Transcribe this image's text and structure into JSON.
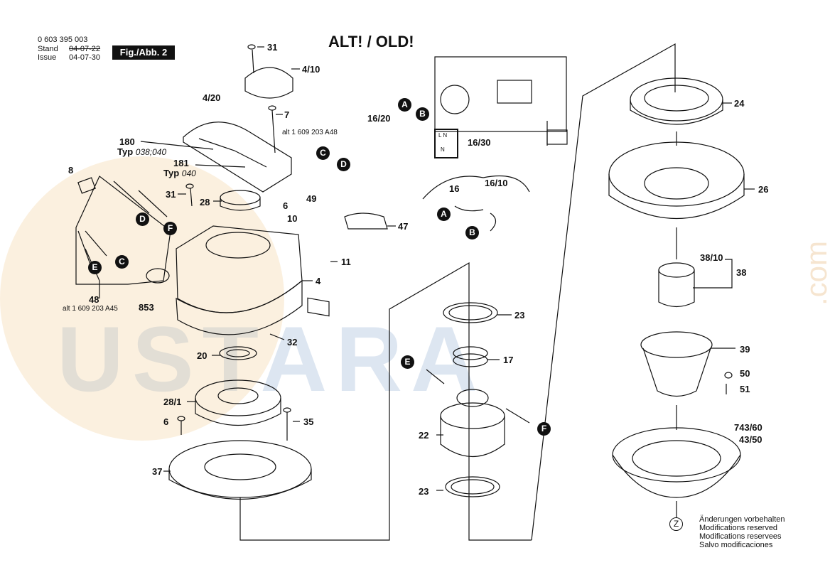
{
  "header": {
    "part_number": "0 603 395 003",
    "stand_label": "Stand",
    "stand_date_struck": "04-07-22",
    "issue_label": "Issue",
    "issue_date": "04-07-30",
    "figure": "Fig./Abb. 2",
    "title": "ALT! / OLD!"
  },
  "watermark": {
    "text": "USTARA",
    "domain": ".com"
  },
  "labels": {
    "p31a": "31",
    "p4_10": "4/10",
    "p4_20": "4/20",
    "p7": "7",
    "p180": "180",
    "typ1": "Typ",
    "typ1_val": "038;040",
    "p181": "181",
    "typ2": "Typ",
    "typ2_val": "040",
    "p8": "8",
    "p31b": "31",
    "p28": "28",
    "p6a": "6",
    "p10": "10",
    "p16_20": "16/20",
    "alt48": "alt 1 609 203 A48",
    "p49": "49",
    "p16_30": "16/30",
    "p16": "16",
    "p16_10": "16/10",
    "p47": "47",
    "p11": "11",
    "p4": "4",
    "p48": "48",
    "alt45": "alt 1 609 203 A45",
    "p853": "853",
    "p32": "32",
    "p20": "20",
    "p28_1": "28/1",
    "p6b": "6",
    "p35": "35",
    "p37": "37",
    "p23a": "23",
    "p17": "17",
    "p22": "22",
    "p23b": "23",
    "p24": "24",
    "p26": "26",
    "p38_10": "38/10",
    "p38": "38",
    "p39": "39",
    "p50": "50",
    "p51": "51",
    "p743_60": "743/60",
    "p43_50": "43/50"
  },
  "badges": {
    "A1": "A",
    "B1": "B",
    "C1": "C",
    "D1": "D",
    "A2": "A",
    "B2": "B",
    "D2": "D",
    "F2": "F",
    "C2": "C",
    "E2": "E",
    "E3": "E",
    "F3": "F",
    "Z": "Z"
  },
  "switch_icon": {
    "top": "L N",
    "bottom": "N"
  },
  "notes": [
    "Änderungen vorbehalten",
    "Modifications reserved",
    "Modifications reservees",
    "Salvo modificaciones"
  ]
}
